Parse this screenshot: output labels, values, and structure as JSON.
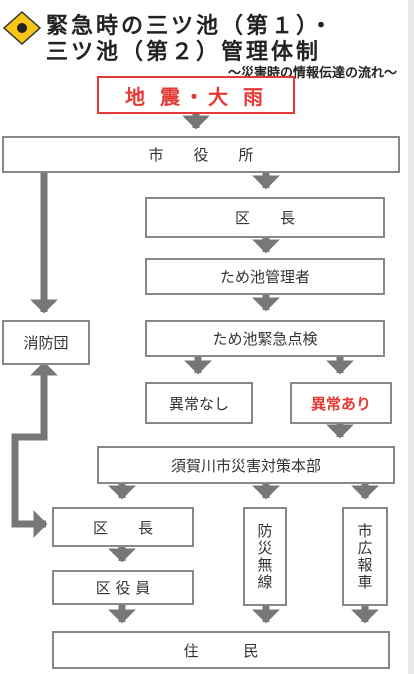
{
  "header": {
    "title_line1": "緊急時の三ツ池（第１）・",
    "title_line2": "三ツ池（第２）管理体制",
    "subtitle": "～災害時の情報伝達の流れ～"
  },
  "nodes": {
    "trigger": "地 震・大 雨",
    "city_hall": "市　　役　　所",
    "ward_chief_top": "区　　長",
    "pond_manager": "ため池管理者",
    "fire_brigade": "消防団",
    "emergency_check": "ため池緊急点検",
    "no_anomaly": "異常なし",
    "anomaly": "異常あり",
    "hq": "須賀川市災害対策本部",
    "ward_chief_bottom": "区　　長",
    "disaster_radio": "防災無線",
    "pr_vehicle": "市広報車",
    "ward_officers": "区 役 員",
    "residents": "住　　　民"
  },
  "colors": {
    "arrow": "#777777",
    "alert_red": "#e53935",
    "warning_icon": "#f5c518",
    "box_border": "#888888"
  }
}
